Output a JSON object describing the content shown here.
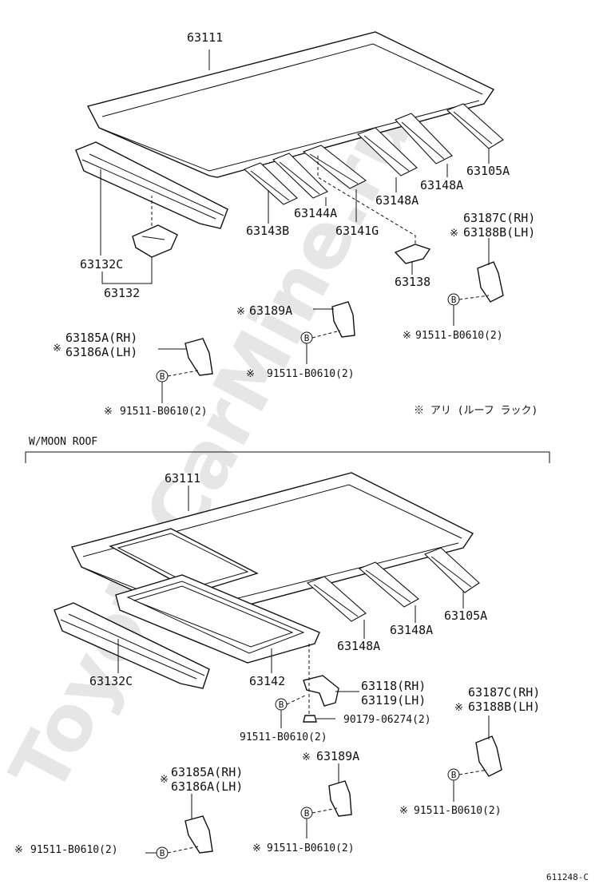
{
  "watermark": "ToyotaCarMine.ru",
  "section_header": "W/MOON ROOF",
  "footnote": "※ アリ (ルーフ ラック)",
  "footnote_mark": "※",
  "circle_marker": "B",
  "figure_code": "611248-C",
  "top": {
    "p63111": "63111",
    "p63105A": "63105A",
    "p63148A_1": "63148A",
    "p63148A_2": "63148A",
    "p63144A": "63144A",
    "p63143B": "63143B",
    "p63141G": "63141G",
    "p63132C": "63132C",
    "p63132": "63132",
    "p63138": "63138",
    "p63187C": "63187C(RH)",
    "p63188B": "63188B(LH)",
    "p63189A": "63189A",
    "p63185A": "63185A(RH)",
    "p63186A": "63186A(LH)",
    "bolt_1": "91511-B0610(2)",
    "bolt_2": "91511-B0610(2)",
    "bolt_3": "91511-B0610(2)"
  },
  "bottom": {
    "p63111": "63111",
    "p63105A": "63105A",
    "p63148A_1": "63148A",
    "p63148A_2": "63148A",
    "p63132C": "63132C",
    "p63142": "63142",
    "p63118": "63118(RH)",
    "p63119": "63119(LH)",
    "p90179": "90179-06274(2)",
    "p63187C": "63187C(RH)",
    "p63188B": "63188B(LH)",
    "p63189A": "63189A",
    "p63185A": "63185A(RH)",
    "p63186A": "63186A(LH)",
    "bolt_1": "91511-B0610(2)",
    "bolt_2": "91511-B0610(2)",
    "bolt_3": "91511-B0610(2)",
    "bolt_4": "91511-B0610(2)"
  }
}
